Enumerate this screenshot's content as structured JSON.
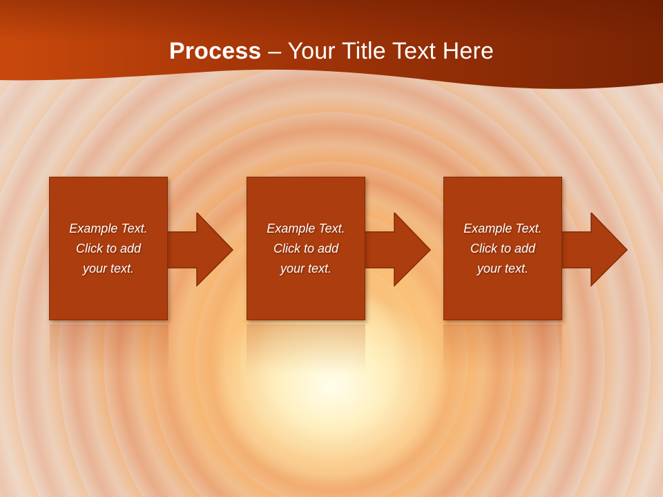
{
  "slide": {
    "title_bold": "Process",
    "title_rest": " – Your Title Text Here"
  },
  "steps": [
    {
      "line1": "Example Text.",
      "line2": "Click  to add",
      "line3": "your text."
    },
    {
      "line1": "Example Text.",
      "line2": "Click  to add",
      "line3": "your text."
    },
    {
      "line1": "Example Text.",
      "line2": "Click  to add",
      "line3": "your text."
    }
  ],
  "colors": {
    "header": "#8a2a05",
    "box_fill": "#ac3d0e",
    "box_border": "#7e2a07",
    "text": "#ffffff"
  },
  "icons": [
    "right-arrow-icon",
    "right-arrow-icon",
    "right-arrow-icon"
  ]
}
